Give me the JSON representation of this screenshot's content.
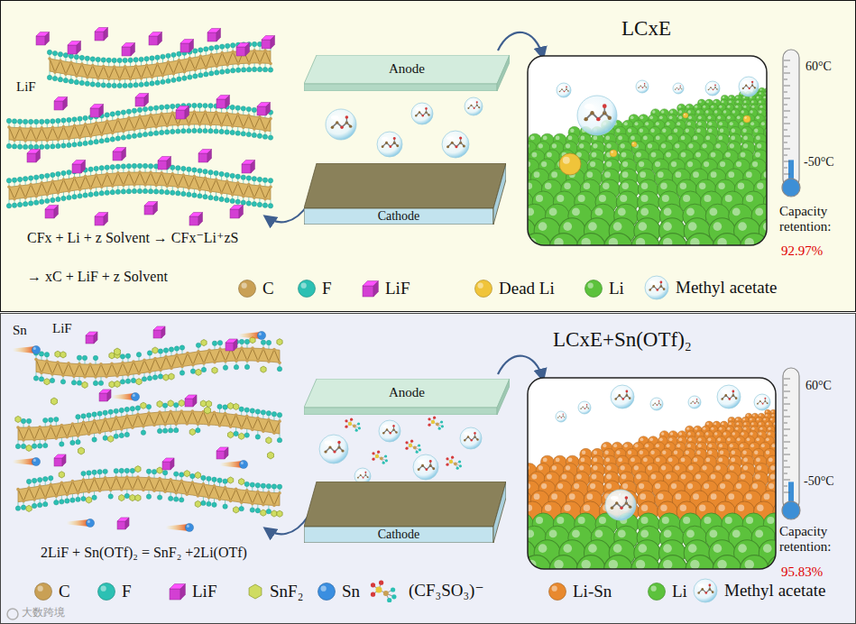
{
  "diagram": {
    "nodes": [
      {
        "text": [
          "LCxE"
        ]
      },
      {
        "text": [
          "Anode"
        ],
        "in": 0
      },
      {
        "text": [
          "Cathode"
        ],
        "in": 0
      },
      {
        "text": [
          "LCxE+Sn(OTf)₂"
        ]
      },
      {
        "text": [
          "Anode"
        ],
        "in": 3
      },
      {
        "text": [
          "Cathode"
        ],
        "in": 3
      }
    ],
    "labels": [
      "LiF",
      "CFx + Li + z Solvent → CFx⁻Li⁺zS",
      "→ xC + LiF + z Solvent",
      "60°C",
      "-50°C",
      "Capacity retention:",
      "92.97%",
      "Sn",
      "LiF",
      "2LiF + Sn(OTf)₂ = SnF₂ +2Li(OTf)",
      "60°C",
      "-50°C",
      "Capacity retention:",
      "95.83%",
      "大数跨境"
    ],
    "legend": [
      {
        "text": "C",
        "color": "#c9a055"
      },
      {
        "text": "F",
        "color": "#2cc0b3"
      },
      {
        "text": "LiF",
        "color": "#d33fd3"
      },
      {
        "text": "Dead Li",
        "color": "#f0c43a"
      },
      {
        "text": "Li",
        "color": "#5cc23c"
      },
      {
        "text": "Methyl acetate"
      },
      {
        "text": "C",
        "color": "#c9a055"
      },
      {
        "text": "F",
        "color": "#2cc0b3"
      },
      {
        "text": "LiF",
        "color": "#d33fd3"
      },
      {
        "text": "SnF₂",
        "color": "#cfdc62"
      },
      {
        "text": "Sn",
        "color": "#3a8ee0"
      },
      {
        "text": "(CF₃SO₃)⁻"
      },
      {
        "text": "Li-Sn",
        "color": "#e8892e"
      },
      {
        "text": "Li",
        "color": "#5cc23c"
      },
      {
        "text": "Methyl acetate"
      }
    ]
  }
}
